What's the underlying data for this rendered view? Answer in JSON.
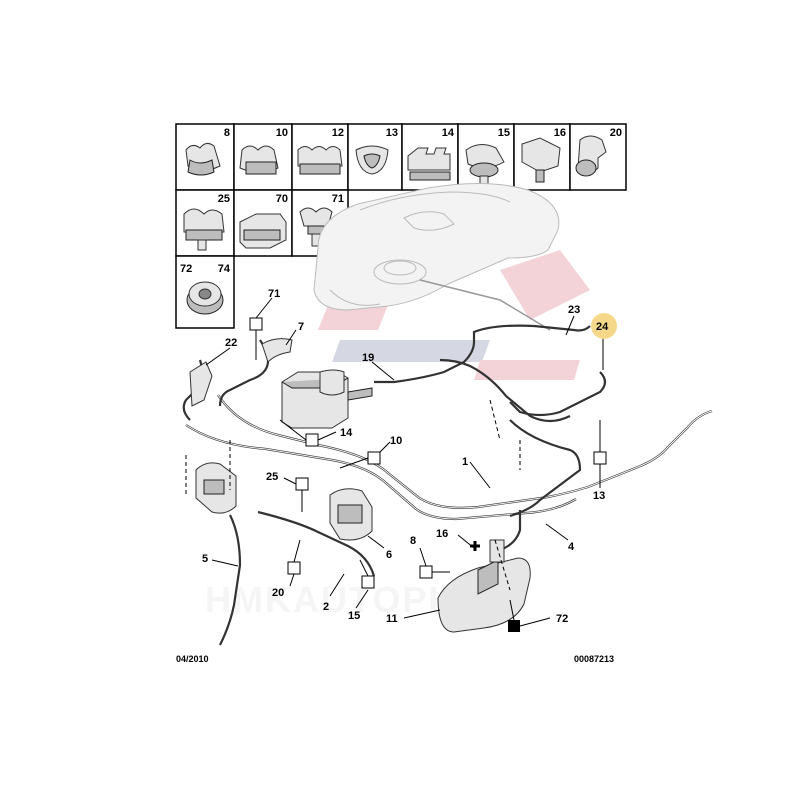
{
  "inset_cells": [
    {
      "labels": [
        "8"
      ]
    },
    {
      "labels": [
        "10"
      ]
    },
    {
      "labels": [
        "12"
      ]
    },
    {
      "labels": [
        "13"
      ]
    },
    {
      "labels": [
        "14"
      ]
    },
    {
      "labels": [
        "15"
      ]
    },
    {
      "labels": [
        "16"
      ]
    },
    {
      "labels": [
        "20"
      ]
    },
    {
      "labels": [
        "25"
      ]
    },
    {
      "labels": [
        "70"
      ]
    },
    {
      "labels": [
        "71"
      ]
    },
    {
      "labels": [
        "72",
        "74"
      ]
    }
  ],
  "callouts": [
    "71",
    "7",
    "22",
    "19",
    "23",
    "24",
    "14",
    "10",
    "1",
    "25",
    "13",
    "16",
    "8",
    "4",
    "6",
    "5",
    "20",
    "2",
    "15",
    "11",
    "72"
  ],
  "highlight_color": "#f5d88a",
  "watermark": "HMKAUTOPIECE",
  "footer": {
    "date": "04/2010",
    "reference": "00087213"
  }
}
